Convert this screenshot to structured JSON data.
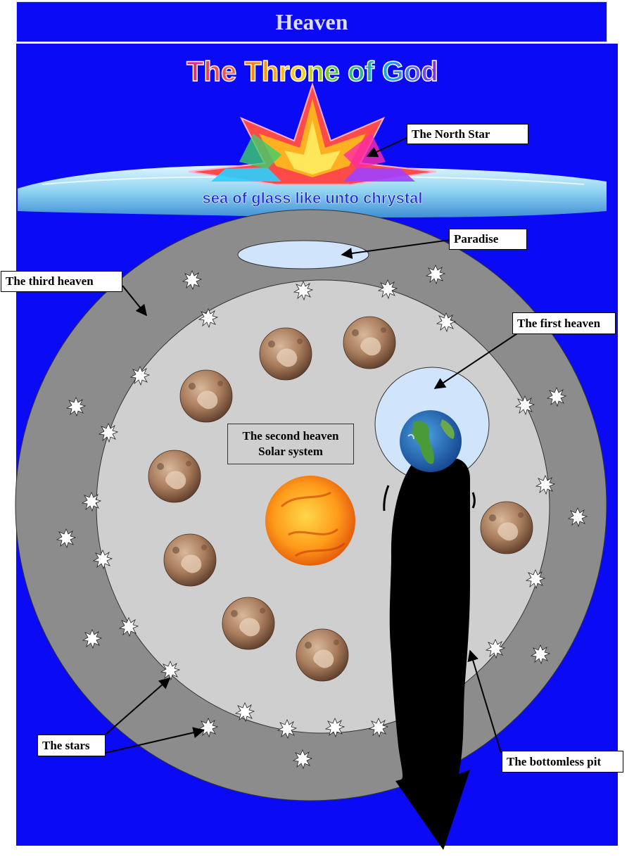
{
  "header": {
    "title": "Heaven"
  },
  "throne_banner": {
    "title": "The Throne of God",
    "sea_caption": "sea of glass like unto chrystal"
  },
  "labels": {
    "north_star": "The North Star",
    "paradise": "Paradise",
    "third_heaven": "The third heaven",
    "first_heaven": "The first heaven",
    "second_heaven_line1": "The second heaven",
    "second_heaven_line2": "Solar system",
    "stars": "The stars",
    "bottomless_pit": "The bottomless pit"
  },
  "icons": [
    "star-burst-icon",
    "planet-icon",
    "sun-icon",
    "earth-icon",
    "north-star-icon"
  ],
  "colors": {
    "background": "#0a0af5",
    "outer_ring": "#8c8c8c",
    "inner_disc": "#cfcfcf",
    "paradise": "#d0e4fb",
    "first_heaven": "#d0e4fb",
    "pit": "#000000"
  }
}
